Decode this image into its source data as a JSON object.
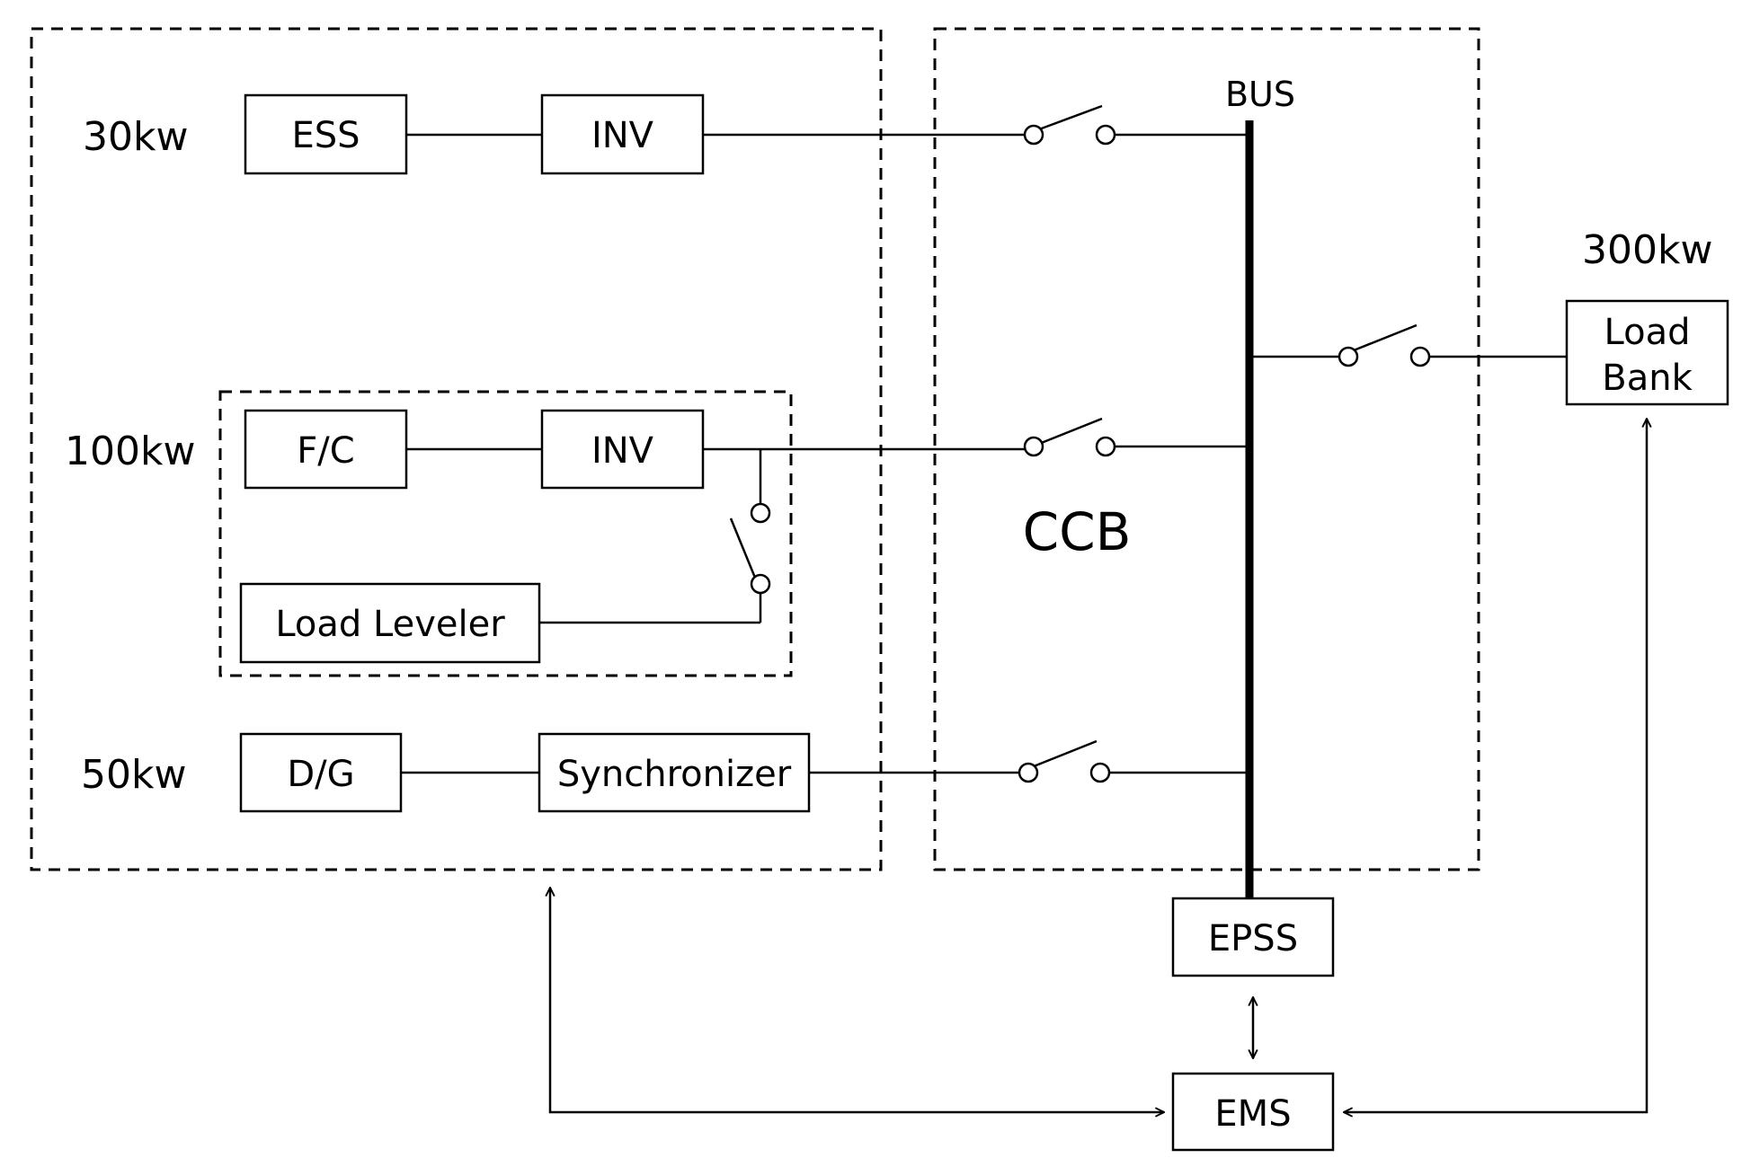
{
  "labels": {
    "ess_power": "30kw",
    "fc_power": "100kw",
    "dg_power": "50kw",
    "load_power": "300kw",
    "bus": "BUS",
    "ccb": "CCB"
  },
  "boxes": {
    "ess": "ESS",
    "inv_top": "INV",
    "fc": "F/C",
    "inv_mid": "INV",
    "load_leveler": "Load Leveler",
    "dg": "D/G",
    "synchronizer": "Synchronizer",
    "load_bank_line1": "Load",
    "load_bank_line2": "Bank",
    "epss": "EPSS",
    "ems": "EMS"
  }
}
